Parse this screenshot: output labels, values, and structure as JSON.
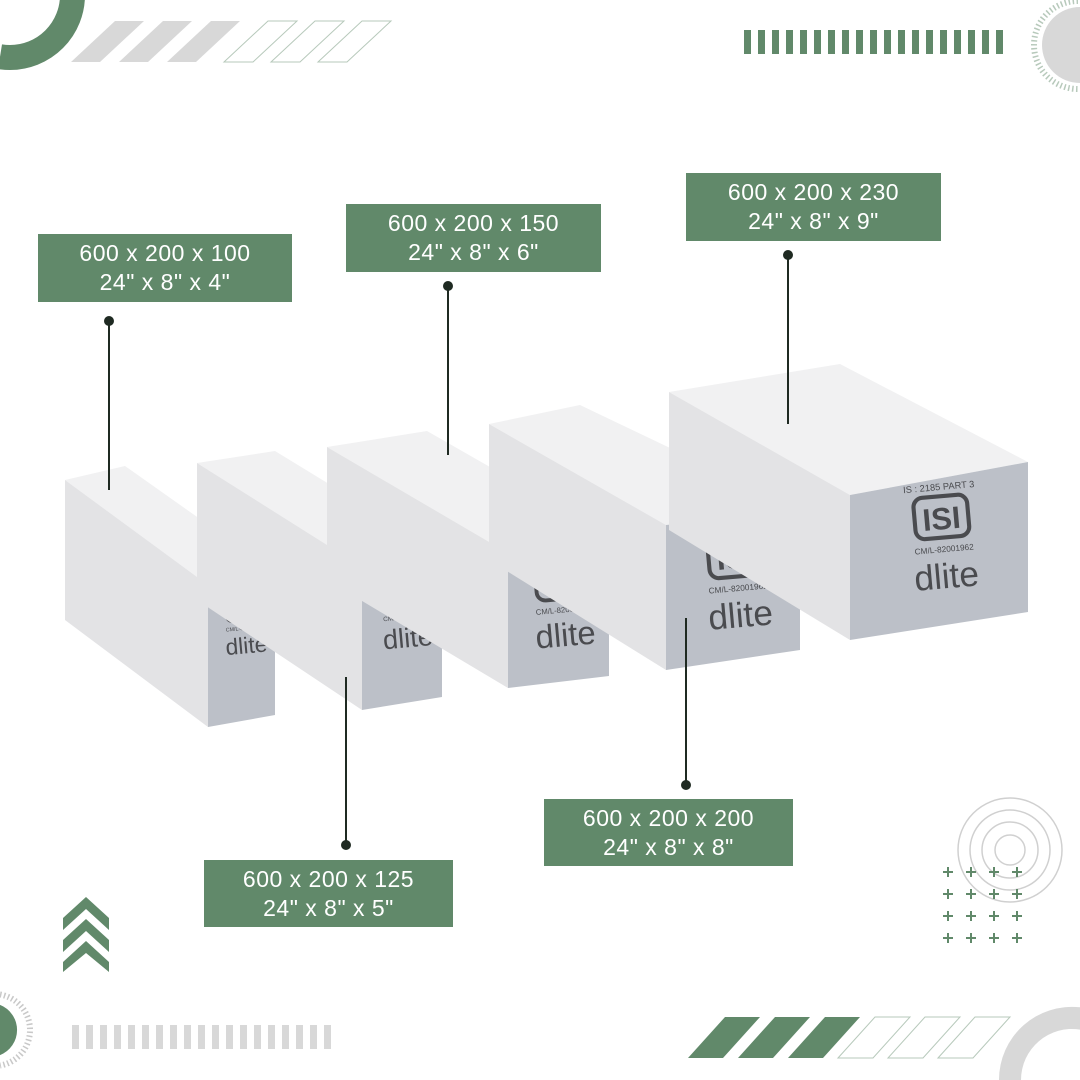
{
  "colors": {
    "accent": "#61896a",
    "decor_gray": "#d8d8d8"
  },
  "block_marking": {
    "standard": "IS : 2185 PART 3",
    "mark": "ISI",
    "licence": "CM/L-82001962",
    "brand": "dlite"
  },
  "sizes": [
    {
      "mm": "600 x 200 x 100",
      "inch": "24\" x 8\" x 4\""
    },
    {
      "mm": "600 x 200 x 125",
      "inch": "24\" x 8\" x 5\""
    },
    {
      "mm": "600 x 200 x 150",
      "inch": "24\" x 8\" x 6\""
    },
    {
      "mm": "600 x 200 x 200",
      "inch": "24\" x 8\" x 8\""
    },
    {
      "mm": "600 x 200 x 230",
      "inch": "24\" x 8\" x 9\""
    }
  ]
}
